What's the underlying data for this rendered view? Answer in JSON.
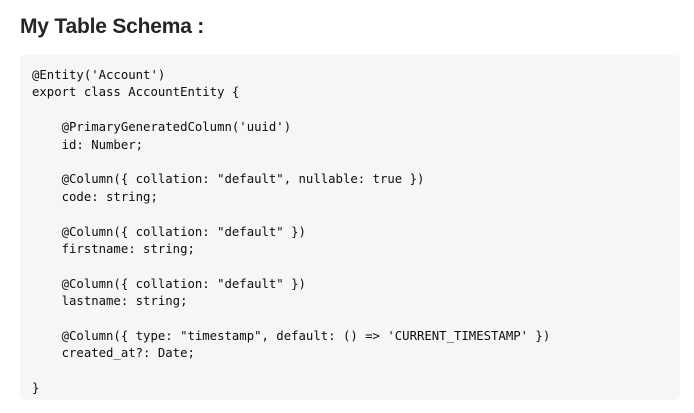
{
  "heading": "My Table Schema :",
  "code": {
    "lines": [
      "@Entity('Account')",
      "export class AccountEntity {",
      "",
      "    @PrimaryGeneratedColumn('uuid')",
      "    id: Number;",
      "",
      "    @Column({ collation: \"default\", nullable: true })",
      "    code: string;",
      "",
      "    @Column({ collation: \"default\" })",
      "    firstname: string;",
      "",
      "    @Column({ collation: \"default\" })",
      "    lastname: string;",
      "",
      "    @Column({ type: \"timestamp\", default: () => 'CURRENT_TIMESTAMP' })",
      "    created_at?: Date;",
      "",
      "}"
    ]
  }
}
